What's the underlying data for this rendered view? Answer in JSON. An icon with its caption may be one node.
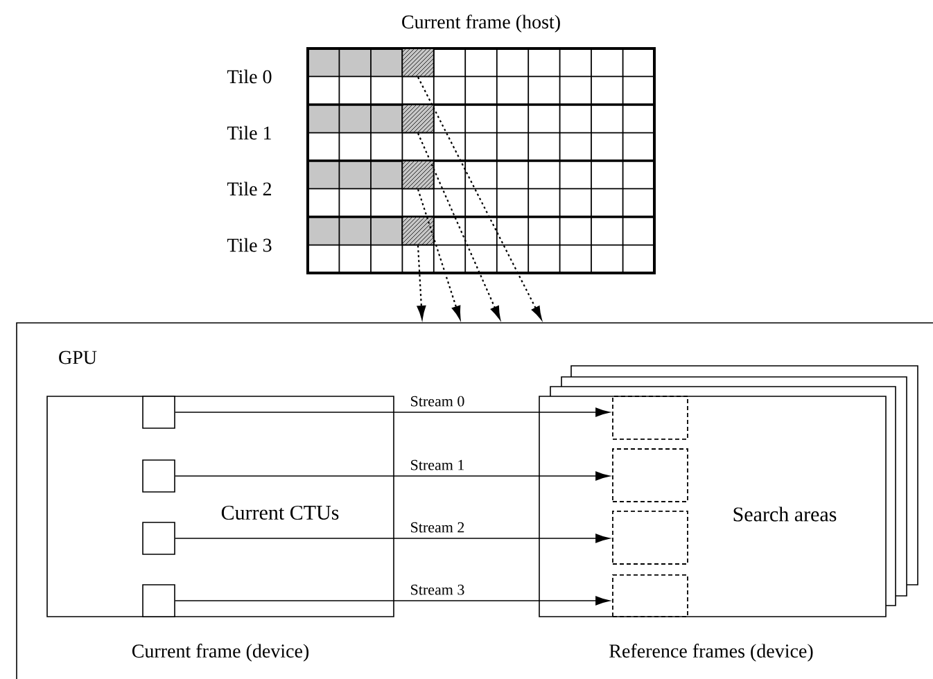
{
  "diagram": {
    "nodes": [
      {
        "text": [
          "Current frame (host)"
        ]
      },
      {
        "text": [],
        "shape": "box",
        "in": 0
      },
      {
        "text": [],
        "shape": "box",
        "in": 0
      },
      {
        "text": [],
        "shape": "box",
        "in": 0
      },
      {
        "text": [],
        "shape": "box",
        "in": 0
      },
      {
        "text": [
          "GPU"
        ]
      },
      {
        "text": [
          "Current CTUs"
        ],
        "beside": [
          "Current frame (device)"
        ],
        "in": 5
      },
      {
        "text": [],
        "shape": "box",
        "in": 6
      },
      {
        "text": [],
        "shape": "box",
        "in": 6
      },
      {
        "text": [],
        "shape": "box",
        "in": 6
      },
      {
        "text": [],
        "shape": "box",
        "in": 6
      },
      {
        "text": [
          "Search areas"
        ],
        "beside": [
          "Reference frames (device)"
        ],
        "in": 5
      },
      {
        "text": [],
        "shape": "box",
        "in": 11
      },
      {
        "text": [],
        "shape": "box",
        "in": 11
      },
      {
        "text": [],
        "shape": "box",
        "in": 11
      },
      {
        "text": [],
        "shape": "box",
        "in": 11
      }
    ],
    "edges": [
      {
        "from": 1,
        "to": 5,
        "arrow": "to",
        "style": "dashed"
      },
      {
        "from": 2,
        "to": 5,
        "arrow": "to",
        "style": "dashed"
      },
      {
        "from": 3,
        "to": 5,
        "arrow": "to",
        "style": "dashed"
      },
      {
        "from": 4,
        "to": 5,
        "arrow": "to",
        "style": "dashed"
      },
      {
        "from": 7,
        "to": 12,
        "arrow": "to",
        "label": "Stream 0"
      },
      {
        "from": 8,
        "to": 13,
        "arrow": "to",
        "label": "Stream 1"
      },
      {
        "from": 9,
        "to": 14,
        "arrow": "to",
        "label": "Stream 2"
      },
      {
        "from": 10,
        "to": 15,
        "arrow": "to",
        "label": "Stream 3"
      }
    ],
    "labels": [
      "Tile 0",
      "Tile 1",
      "Tile 2",
      "Tile 3"
    ]
  }
}
